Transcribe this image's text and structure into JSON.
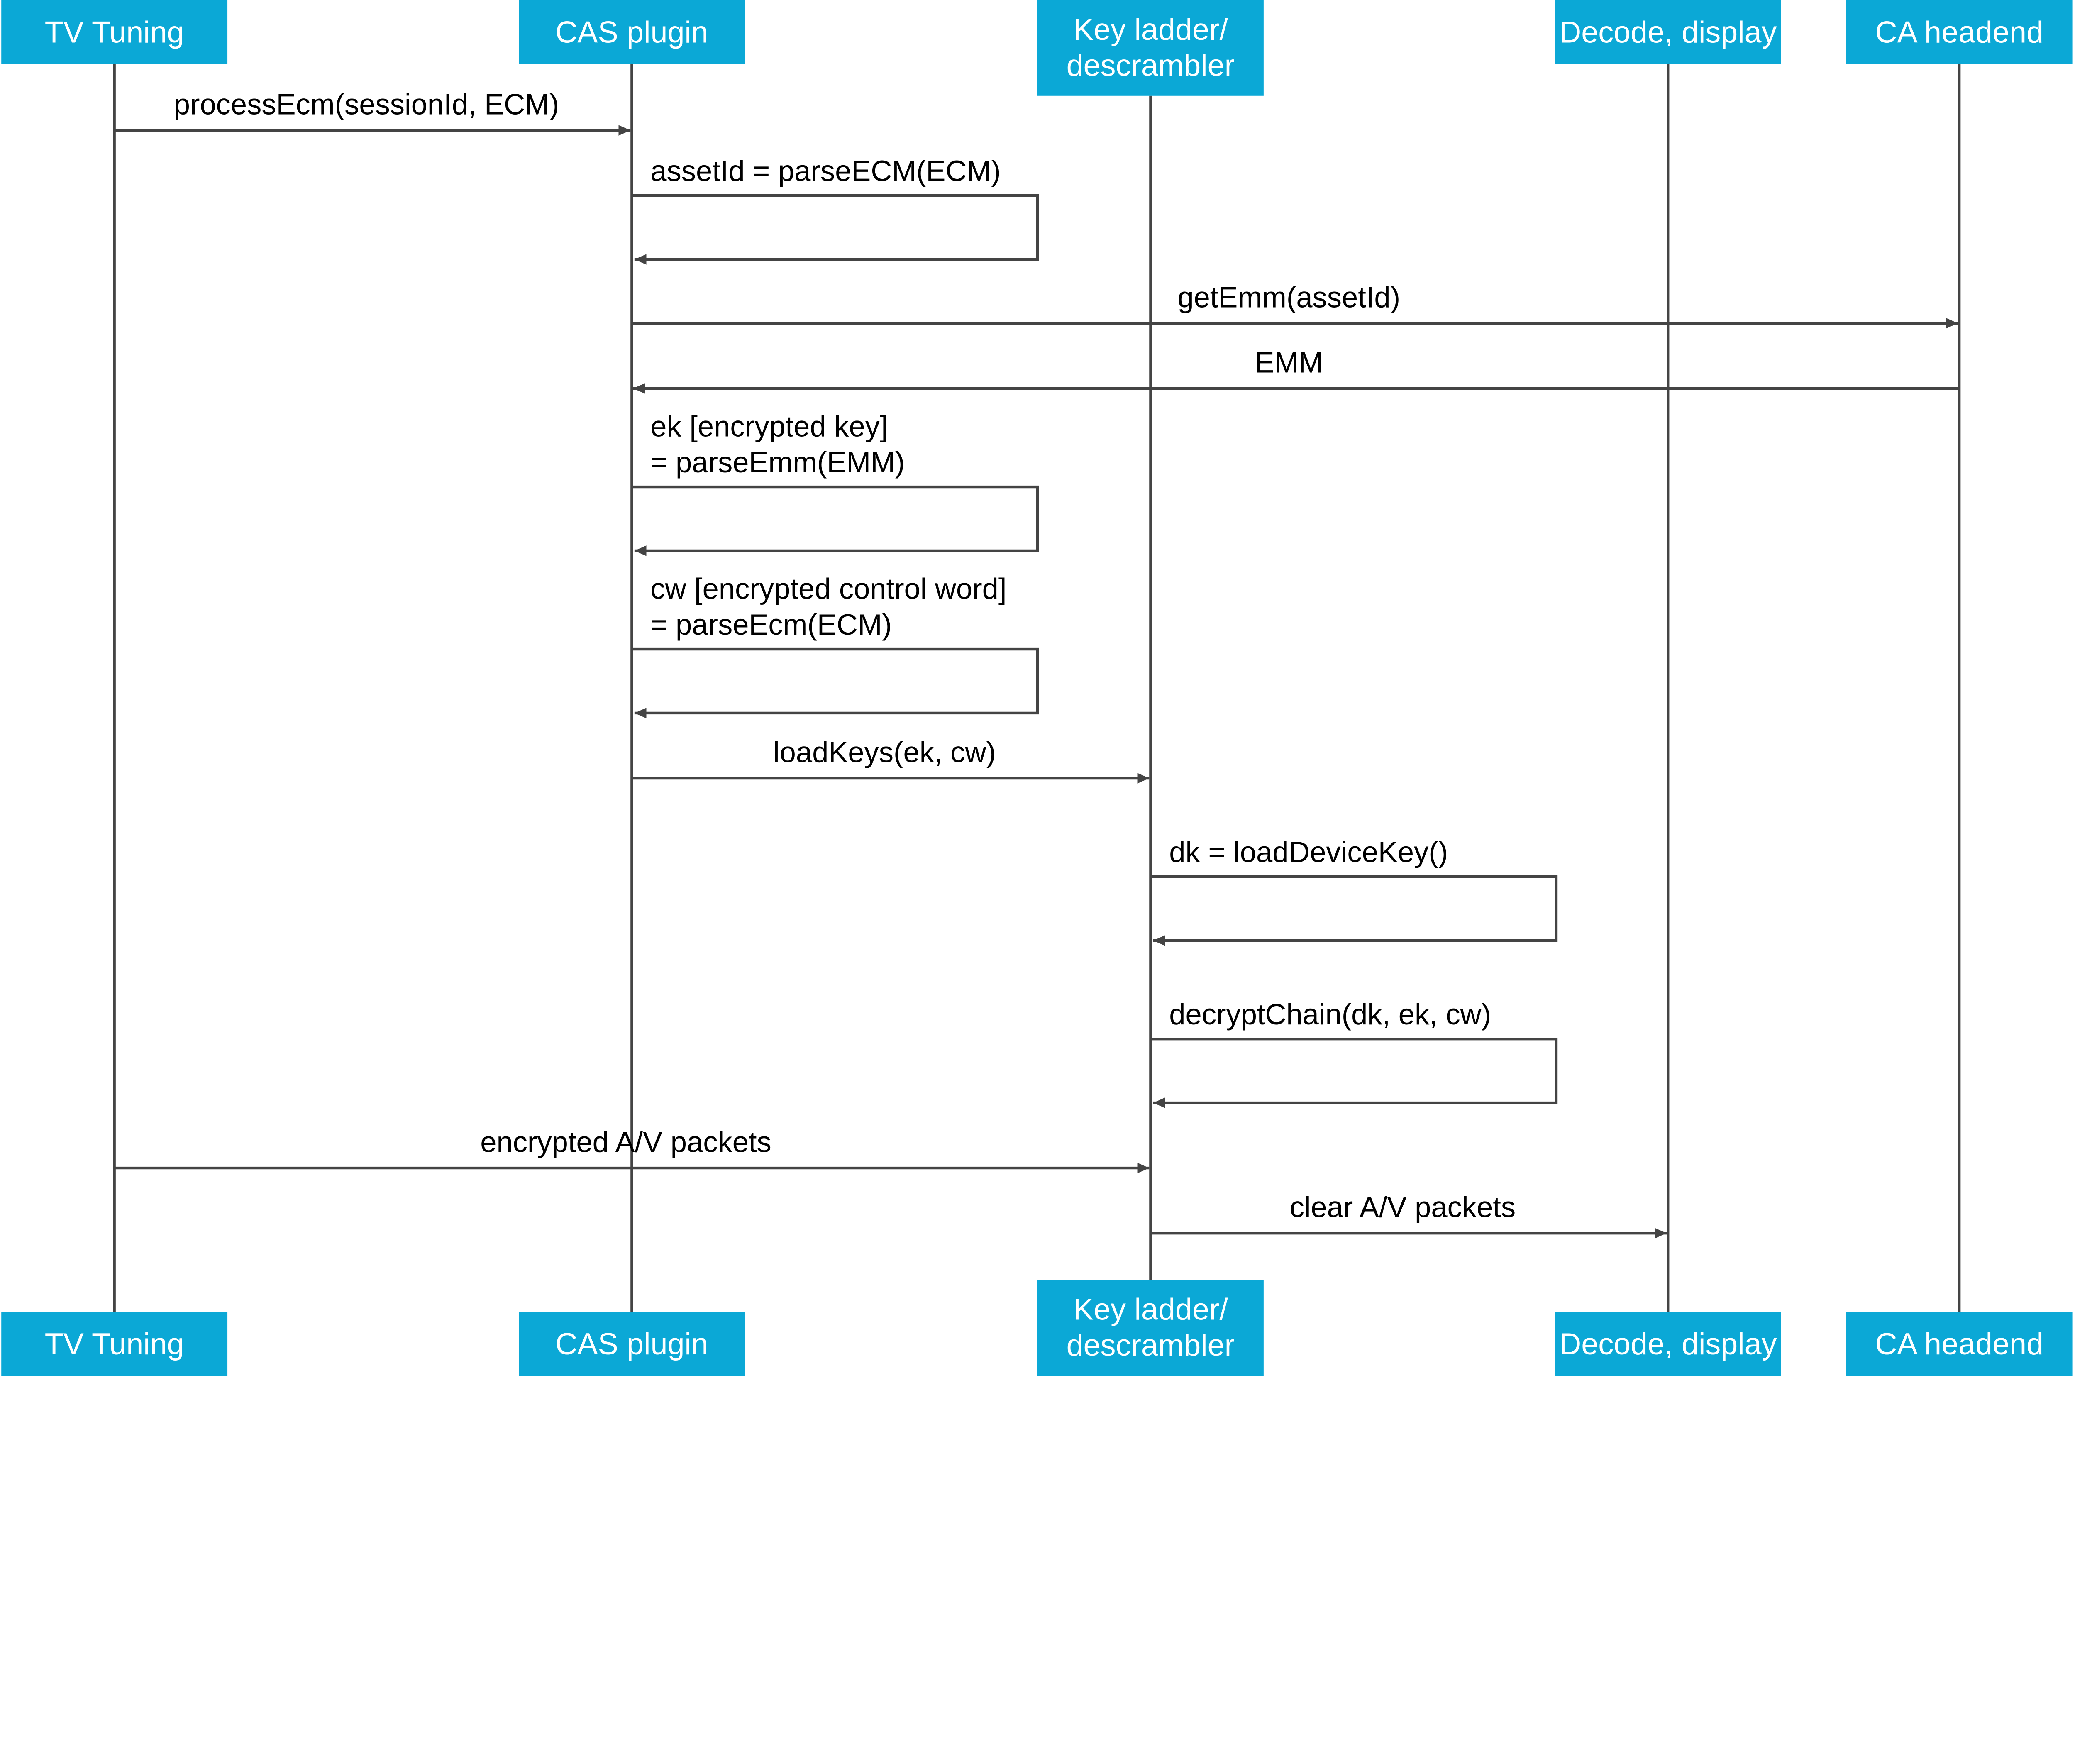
{
  "colors": {
    "participant_fill": "#0BA8D6",
    "participant_text": "#FFFFFF",
    "line": "#444444",
    "label": "#000000"
  },
  "participants": [
    {
      "id": "tv",
      "label": [
        "TV Tuning"
      ]
    },
    {
      "id": "cas",
      "label": [
        "CAS plugin"
      ]
    },
    {
      "id": "keyladder",
      "label": [
        "Key ladder/",
        "descrambler"
      ]
    },
    {
      "id": "decode",
      "label": [
        "Decode, display"
      ]
    },
    {
      "id": "headend",
      "label": [
        "CA headend"
      ]
    }
  ],
  "messages": [
    {
      "from": 0,
      "to": 1,
      "label": [
        "processEcm(sessionId, ECM)"
      ]
    },
    {
      "from": 1,
      "to": 1,
      "label": [
        "assetId = parseECM(ECM)"
      ]
    },
    {
      "from": 1,
      "to": 4,
      "label": [
        "getEmm(assetId)"
      ]
    },
    {
      "from": 4,
      "to": 1,
      "label": [
        "EMM"
      ]
    },
    {
      "from": 1,
      "to": 1,
      "label": [
        "ek [encrypted key]",
        "= parseEmm(EMM)"
      ]
    },
    {
      "from": 1,
      "to": 1,
      "label": [
        "cw [encrypted control word]",
        "= parseEcm(ECM)"
      ]
    },
    {
      "from": 1,
      "to": 2,
      "label": [
        "loadKeys(ek, cw)"
      ]
    },
    {
      "from": 2,
      "to": 2,
      "label": [
        "dk = loadDeviceKey()"
      ]
    },
    {
      "from": 2,
      "to": 2,
      "label": [
        "decryptChain(dk, ek, cw)"
      ]
    },
    {
      "from": 0,
      "to": 2,
      "label": [
        "encrypted A/V packets"
      ]
    },
    {
      "from": 2,
      "to": 3,
      "label": [
        "clear A/V packets"
      ]
    }
  ]
}
